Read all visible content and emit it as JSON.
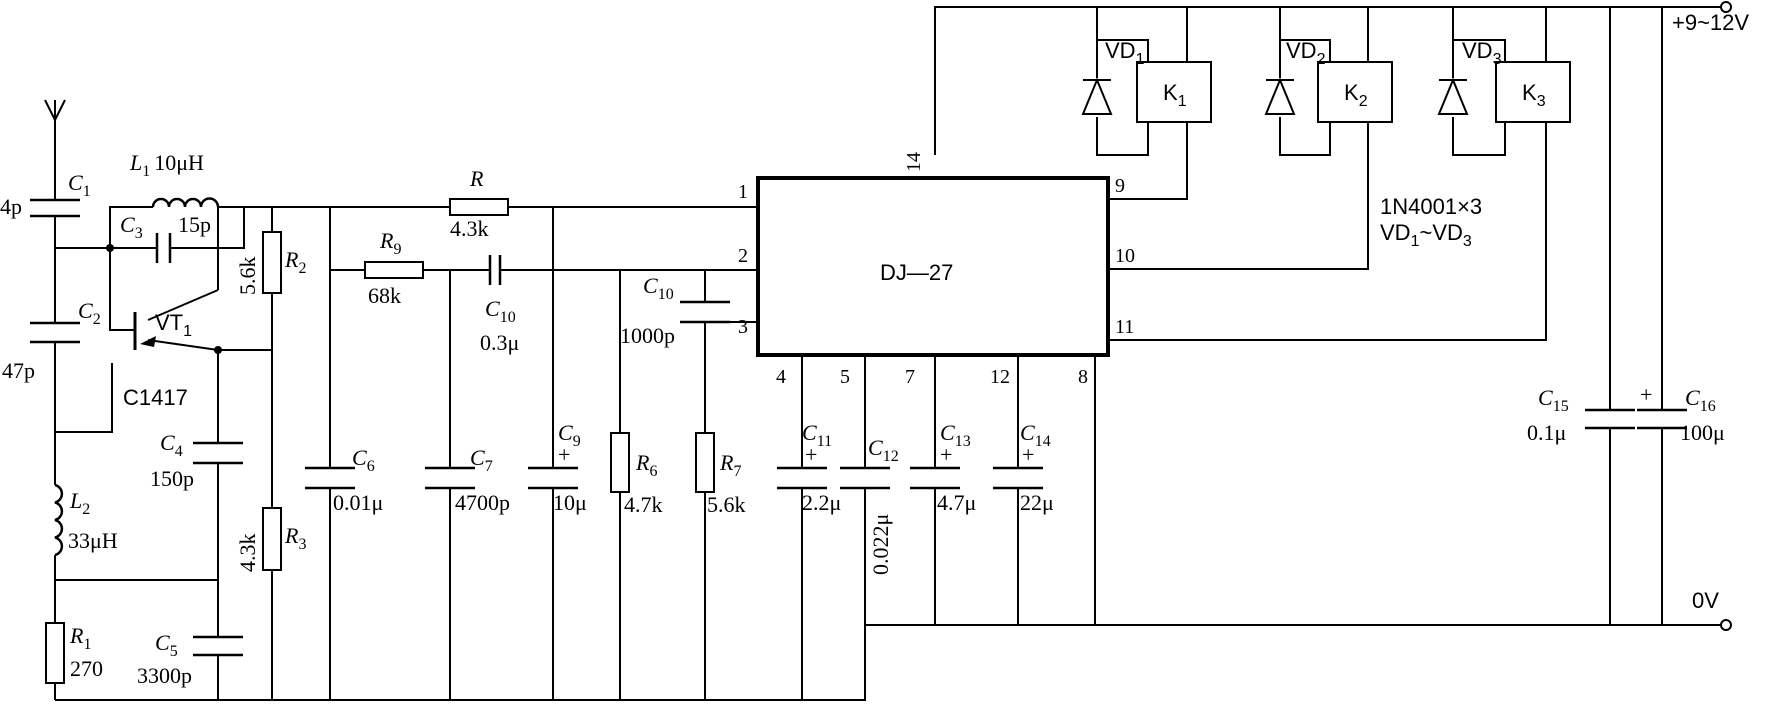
{
  "labels": {
    "c1": "C",
    "c1_sub": "1",
    "c1_val": "4p",
    "c2": "C",
    "c2_sub": "2",
    "c2_val": "47p",
    "c3": "C",
    "c3_sub": "3",
    "c3_val": "15p",
    "c4": "C",
    "c4_sub": "4",
    "c4_val": "150p",
    "c5": "C",
    "c5_sub": "5",
    "c5_val": "3300p",
    "c6": "C",
    "c6_sub": "6",
    "c6_val": "0.01μ",
    "c7": "C",
    "c7_sub": "7",
    "c7_val": "4700p",
    "c9": "C",
    "c9_sub": "9",
    "c9_val": "10μ",
    "c10a": "C",
    "c10a_sub": "10",
    "c10a_val": "0.3μ",
    "c10b": "C",
    "c10b_sub": "10",
    "c10b_val": "1000p",
    "c11": "C",
    "c11_sub": "11",
    "c11_val": "2.2μ",
    "c12": "C",
    "c12_sub": "12",
    "c12_val": "0.022μ",
    "c13": "C",
    "c13_sub": "13",
    "c13_val": "4.7μ",
    "c14": "C",
    "c14_sub": "14",
    "c14_val": "22μ",
    "c15": "C",
    "c15_sub": "15",
    "c15_val": "0.1μ",
    "c16": "C",
    "c16_sub": "16",
    "c16_val": "100μ",
    "l1": "L",
    "l1_sub": "1",
    "l1_val": "10μH",
    "l2": "L",
    "l2_sub": "2",
    "l2_val": "33μH",
    "r": "R",
    "r_val": "4.3k",
    "r1": "R",
    "r1_sub": "1",
    "r1_val": "270",
    "r2": "R",
    "r2_sub": "2",
    "r2_val": "5.6k",
    "r3": "R",
    "r3_sub": "3",
    "r3_val": "4.3k",
    "r6": "R",
    "r6_sub": "6",
    "r6_val": "4.7k",
    "r7": "R",
    "r7_sub": "7",
    "r7_val": "5.6k",
    "r9": "R",
    "r9_sub": "9",
    "r9_val": "68k",
    "vt1": "VT",
    "vt1_sub": "1",
    "vt1_part": "C1417",
    "ic": "DJ—27",
    "vd1": "VD",
    "vd1_sub": "1",
    "vd2": "VD",
    "vd2_sub": "2",
    "vd3": "VD",
    "vd3_sub": "3",
    "k1": "K",
    "k1_sub": "1",
    "k2": "K",
    "k2_sub": "2",
    "k3": "K",
    "k3_sub": "3",
    "diode_part": "1N4001×3",
    "diode_range_a": "VD",
    "diode_range_a_sub": "1",
    "diode_range_tilde": "~VD",
    "diode_range_b_sub": "3",
    "supply": "+9~12V",
    "ground": "0V",
    "plus": "+",
    "pins": {
      "p1": "1",
      "p2": "2",
      "p3": "3",
      "p4": "4",
      "p5": "5",
      "p7": "7",
      "p8": "8",
      "p9": "9",
      "p10": "10",
      "p11": "11",
      "p12": "12",
      "p14": "14"
    }
  }
}
